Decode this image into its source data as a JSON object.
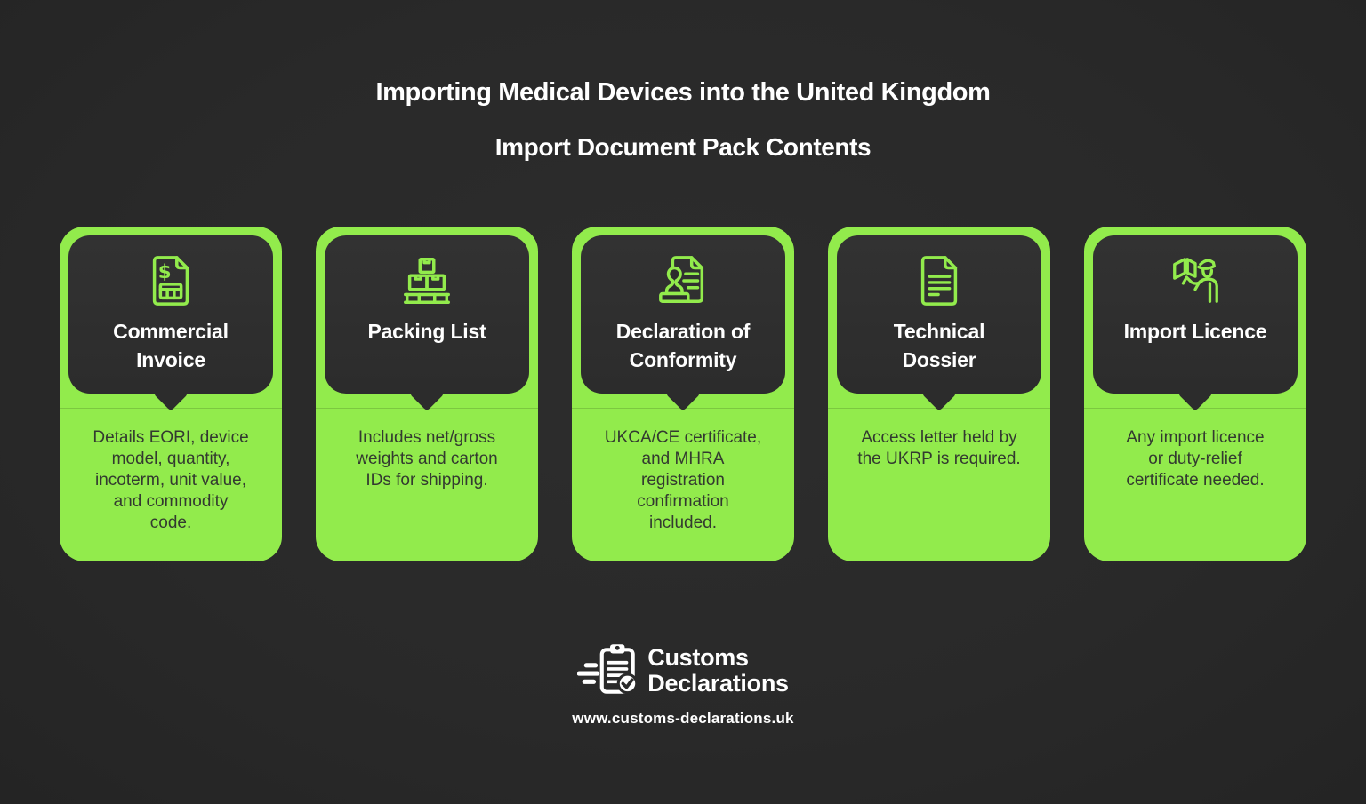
{
  "page": {
    "title_line1": "Importing Medical Devices into the United Kingdom",
    "title_line2": "Import Document Pack Contents"
  },
  "colors": {
    "accent_green": "#92EB4C",
    "background_dark": "#2A2A2A",
    "panel_dark": "#2E2E2E",
    "title_text": "#FFFFFF",
    "description_text": "#333A30"
  },
  "cards": [
    {
      "icon": "invoice-document-icon",
      "title": "Commercial Invoice",
      "title_lines": [
        "Commercial",
        "Invoice"
      ],
      "description": "Details EORI, device model, quantity, incoterm, unit value, and commodity code.",
      "description_lines": [
        "Details EORI, device",
        "model, quantity,",
        "incoterm, unit value,",
        "and commodity",
        "code."
      ]
    },
    {
      "icon": "pallet-boxes-icon",
      "title": "Packing List",
      "title_lines": [
        "Packing List"
      ],
      "description": "Includes net/gross weights and carton IDs for shipping.",
      "description_lines": [
        "Includes net/gross",
        "weights and carton",
        "IDs for shipping."
      ]
    },
    {
      "icon": "stamp-document-icon",
      "title": "Declaration of Conformity",
      "title_lines": [
        "Declaration of",
        "Conformity"
      ],
      "description": "UKCA/CE certificate, and MHRA registration confirmation included.",
      "description_lines": [
        "UKCA/CE certificate,",
        "and MHRA",
        "registration",
        "confirmation",
        "included."
      ]
    },
    {
      "icon": "document-lines-icon",
      "title": "Technical Dossier",
      "title_lines": [
        "Technical",
        "Dossier"
      ],
      "description": "Access letter held by the UKRP is required.",
      "description_lines": [
        "Access letter held by",
        "the UKRP is required."
      ]
    },
    {
      "icon": "customs-officer-icon",
      "title": "Import Licence",
      "title_lines": [
        "Import Licence"
      ],
      "description": "Any import licence or duty-relief certificate needed.",
      "description_lines": [
        "Any import licence",
        "or duty-relief",
        "certificate needed."
      ]
    }
  ],
  "footer": {
    "logo_icon": "clipboard-check-icon",
    "brand_line1": "Customs",
    "brand_line2": "Declarations",
    "website": "www.customs-declarations.uk"
  }
}
